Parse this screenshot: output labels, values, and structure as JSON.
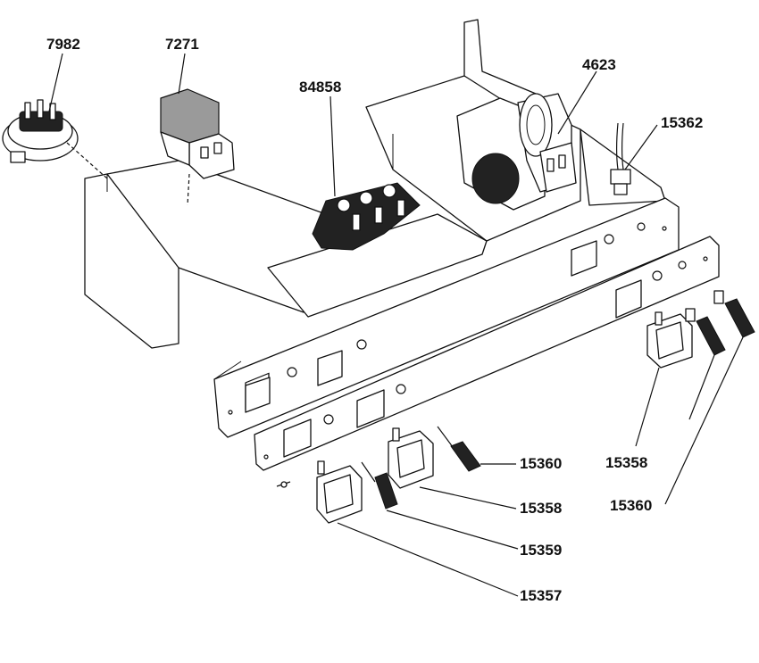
{
  "labels": {
    "pressure_switch": "7982",
    "relay": "7271",
    "terminal_block": "84858",
    "timer": "4623",
    "sensor": "15362",
    "indicator_lamp_left": "15360",
    "switch_left": "15358",
    "lamp_holder": "15359",
    "switch_bottom": "15357",
    "switch_right": "15358",
    "indicator_lamp_right": "15360"
  }
}
